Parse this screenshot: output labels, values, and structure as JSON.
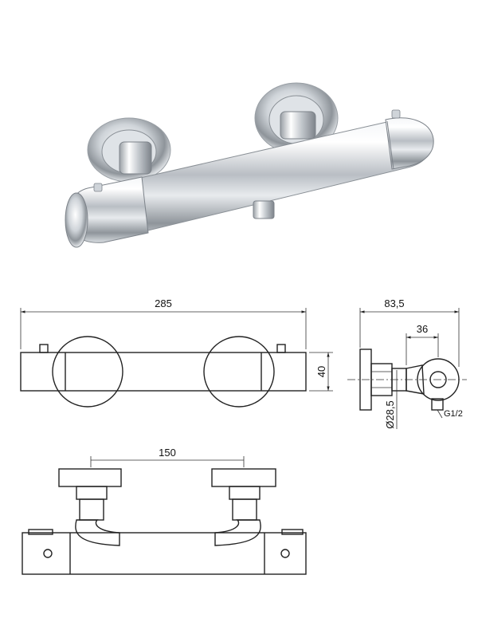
{
  "dimensions": {
    "overall_length": "285",
    "body_height": "40",
    "overall_depth": "83,5",
    "outlet_depth": "36",
    "diameter": "Ø28,5",
    "thread": "G1/2",
    "center_distance": "150"
  }
}
